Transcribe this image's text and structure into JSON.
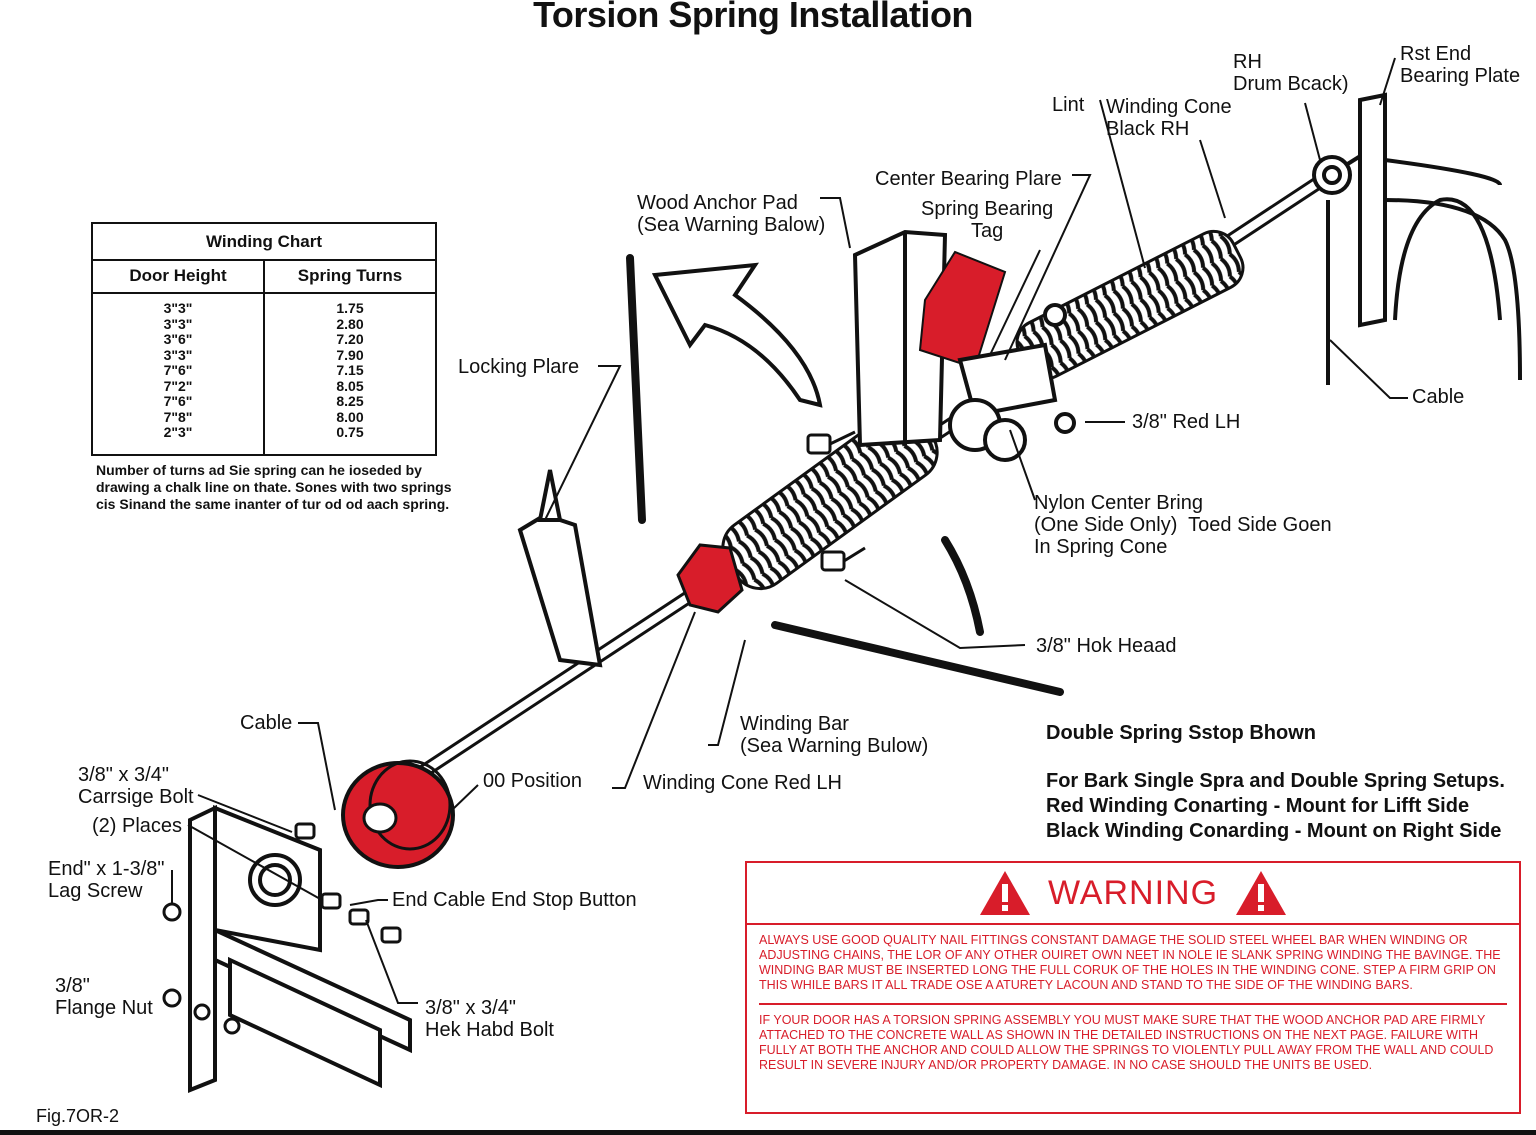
{
  "title": "Torsion Spring Installation",
  "winding_chart": {
    "title": "Winding Chart",
    "headers": [
      "Door Height",
      "Spring Turns"
    ],
    "door_heights": [
      "3\"3\"",
      "3\"3\"",
      "3\"6\"",
      "3\"3\"",
      "7\"6\"",
      "7\"2\"",
      "7\"6\"",
      "7\"8\"",
      "2\"3\""
    ],
    "spring_turns": [
      "1.75",
      "2.80",
      "7.20",
      "7.90",
      "7.15",
      "8.05",
      "8.25",
      "8.00",
      "0.75"
    ],
    "note": "Number of turns ad Sie spring can he ioseded by drawing a chalk line on thate. Sones with two springs cis Sinand the same inanter of tur od od aach spring."
  },
  "labels": {
    "rh_drum": "RH\nDrum Bcack)",
    "rh_end_plate": "Rst End\nBearing Plate",
    "lint": "Lint",
    "winding_cone_black": "Winding Cone\nBlack RH",
    "center_bearing_plate": "Center Bearing Plare",
    "wood_anchor_pad": "Wood Anchor Pad\n(Sea Warning Balow)",
    "spring_bearing_tag": "Spring Bearing\nTag",
    "locking_plate": "Locking Plare",
    "cable_right": "Cable",
    "red_lh": "3/8\" Red LH",
    "nylon_center_bearing": "Nylon Center Bring\n(One Side Only)  Toed Side Goen\nIn Spring Cone",
    "hex_head": "3/8\" Hok Heaad",
    "winding_bar": "Winding Bar\n(Sea Warning Bulow)",
    "winding_cone_red": "Winding Cone Red LH",
    "position": "00 Position",
    "cable_left": "Cable",
    "carriage_bolt": "3/8\" x 3/4\"\nCarrsige Bolt",
    "two_places": "(2) Places",
    "lag_screw": "End\" x 1-3/8\"\nLag Screw",
    "flange_nut": "3/8\"\nFlange Nut",
    "end_cable_stop": "End Cable End Stop Button",
    "hex_head_bolt": "3/8\" x 3/4\"\nHek Habd Bolt"
  },
  "setup_notes": {
    "heading": "Double Spring Sstop Bhown",
    "line1": "For Bark Single Spra and Double Spring Setups.",
    "line2": "Red Winding Conarting - Mount for Lifft Side",
    "line3": "Black Winding Conarding - Mount on Right Side"
  },
  "warning": {
    "heading": "WARNING",
    "para1": "Always use good quality nail fittings constant damage the solid steel wheel bar when winding or adjusting chains, the lor of any other ouiret own neet in nole ie slank spring winding the bavinge. the winding bar must be inserted long the full coruk of the holes in the winding cone. step a firm grip on this while bars it all trade ose a aturety lacoun and stand to the side of the winding bars.",
    "para2": "If your door has a torsion spring assembly you must make sure that the wood anchor pad are firmly attached to the concrete wall as shown in the detailed instructions on the next page. Failure with fully at both the anchor and could allow the springs to violently pull away from the wall and could result in severe injury and/or property damage. In no case should the units be used.",
    "accent": "#d81d2a"
  },
  "figure_id": "Fig.7OR-2",
  "colors": {
    "red_part": "#d81d2a",
    "ink": "#111111"
  }
}
